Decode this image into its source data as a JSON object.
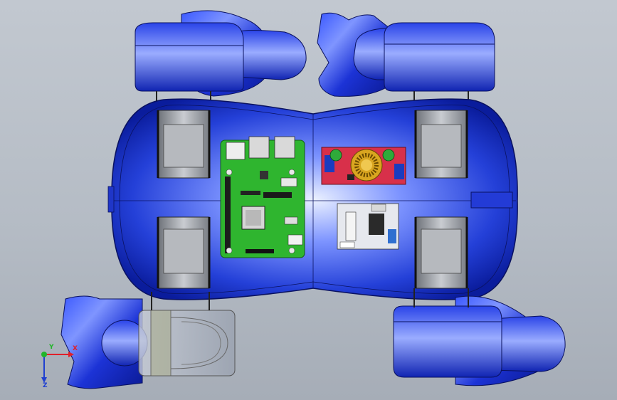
{
  "viewport": {
    "name": "graphics-area",
    "background_top": "#c2c8d0",
    "background_bottom": "#a6adb7"
  },
  "model": {
    "body_color": "#1730c8",
    "body_highlight": "#8fa4ff",
    "pcb_green": "#2fb52f",
    "pcb_red": "#d8304a",
    "wheel_grey": "#9b9ea4"
  },
  "triad": {
    "x_label": "X",
    "y_label": "Y",
    "z_label": "Z",
    "x_color": "#e0202a",
    "y_color": "#22b52a",
    "z_color": "#2040d0"
  }
}
